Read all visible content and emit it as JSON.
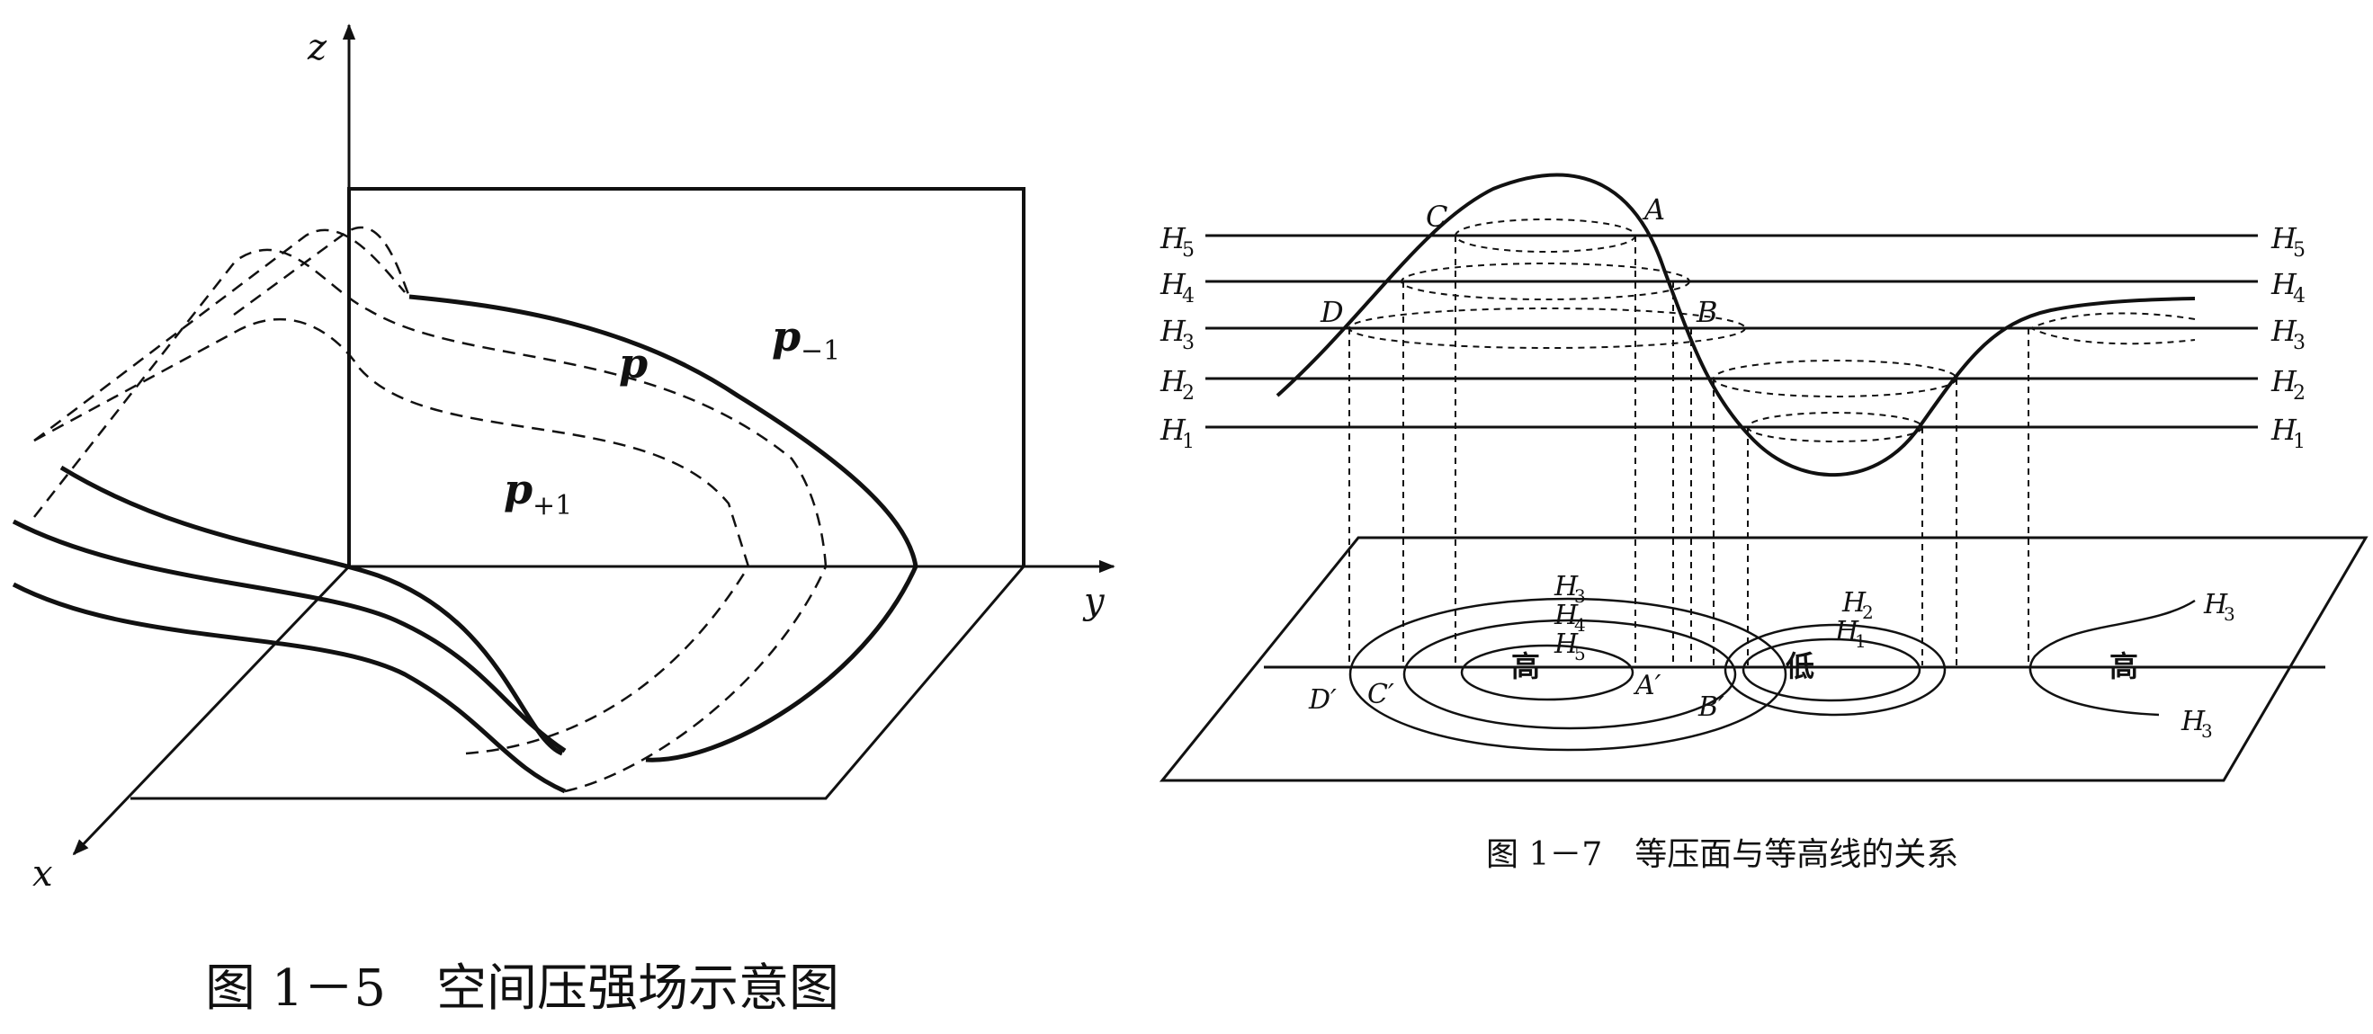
{
  "figure_left": {
    "axes": {
      "z": "z",
      "y": "y",
      "x": "x"
    },
    "curve_labels": {
      "p_minus": {
        "base": "p",
        "sub": "−1"
      },
      "p": {
        "base": "p",
        "sub": ""
      },
      "p_plus": {
        "base": "p",
        "sub": "+1"
      }
    },
    "caption": "图 1－5　空间压强场示意图"
  },
  "figure_right": {
    "levels": [
      {
        "name": "H5",
        "base": "H",
        "sub": "5"
      },
      {
        "name": "H4",
        "base": "H",
        "sub": "4"
      },
      {
        "name": "H3",
        "base": "H",
        "sub": "3"
      },
      {
        "name": "H2",
        "base": "H",
        "sub": "2"
      },
      {
        "name": "H1",
        "base": "H",
        "sub": "1"
      }
    ],
    "points_upper": {
      "A": "A",
      "B": "B",
      "C": "C",
      "D": "D"
    },
    "points_lower": {
      "A": "A′",
      "B": "B′",
      "C": "C′",
      "D": "D′"
    },
    "contour_labels": {
      "high_h3": {
        "base": "H",
        "sub": "3"
      },
      "high_h4": {
        "base": "H",
        "sub": "4"
      },
      "high_h5": {
        "base": "H",
        "sub": "5"
      },
      "low_h2": {
        "base": "H",
        "sub": "2"
      },
      "low_h1": {
        "base": "H",
        "sub": "1"
      },
      "right_h3_top": {
        "base": "H",
        "sub": "3"
      },
      "right_h3_bottom": {
        "base": "H",
        "sub": "3"
      }
    },
    "region_labels": {
      "high_left": "高",
      "low": "低",
      "high_right": "高"
    },
    "caption": "图 1－7　等压面与等高线的关系"
  },
  "colors": {
    "ink": "#111111",
    "background": "#ffffff"
  }
}
